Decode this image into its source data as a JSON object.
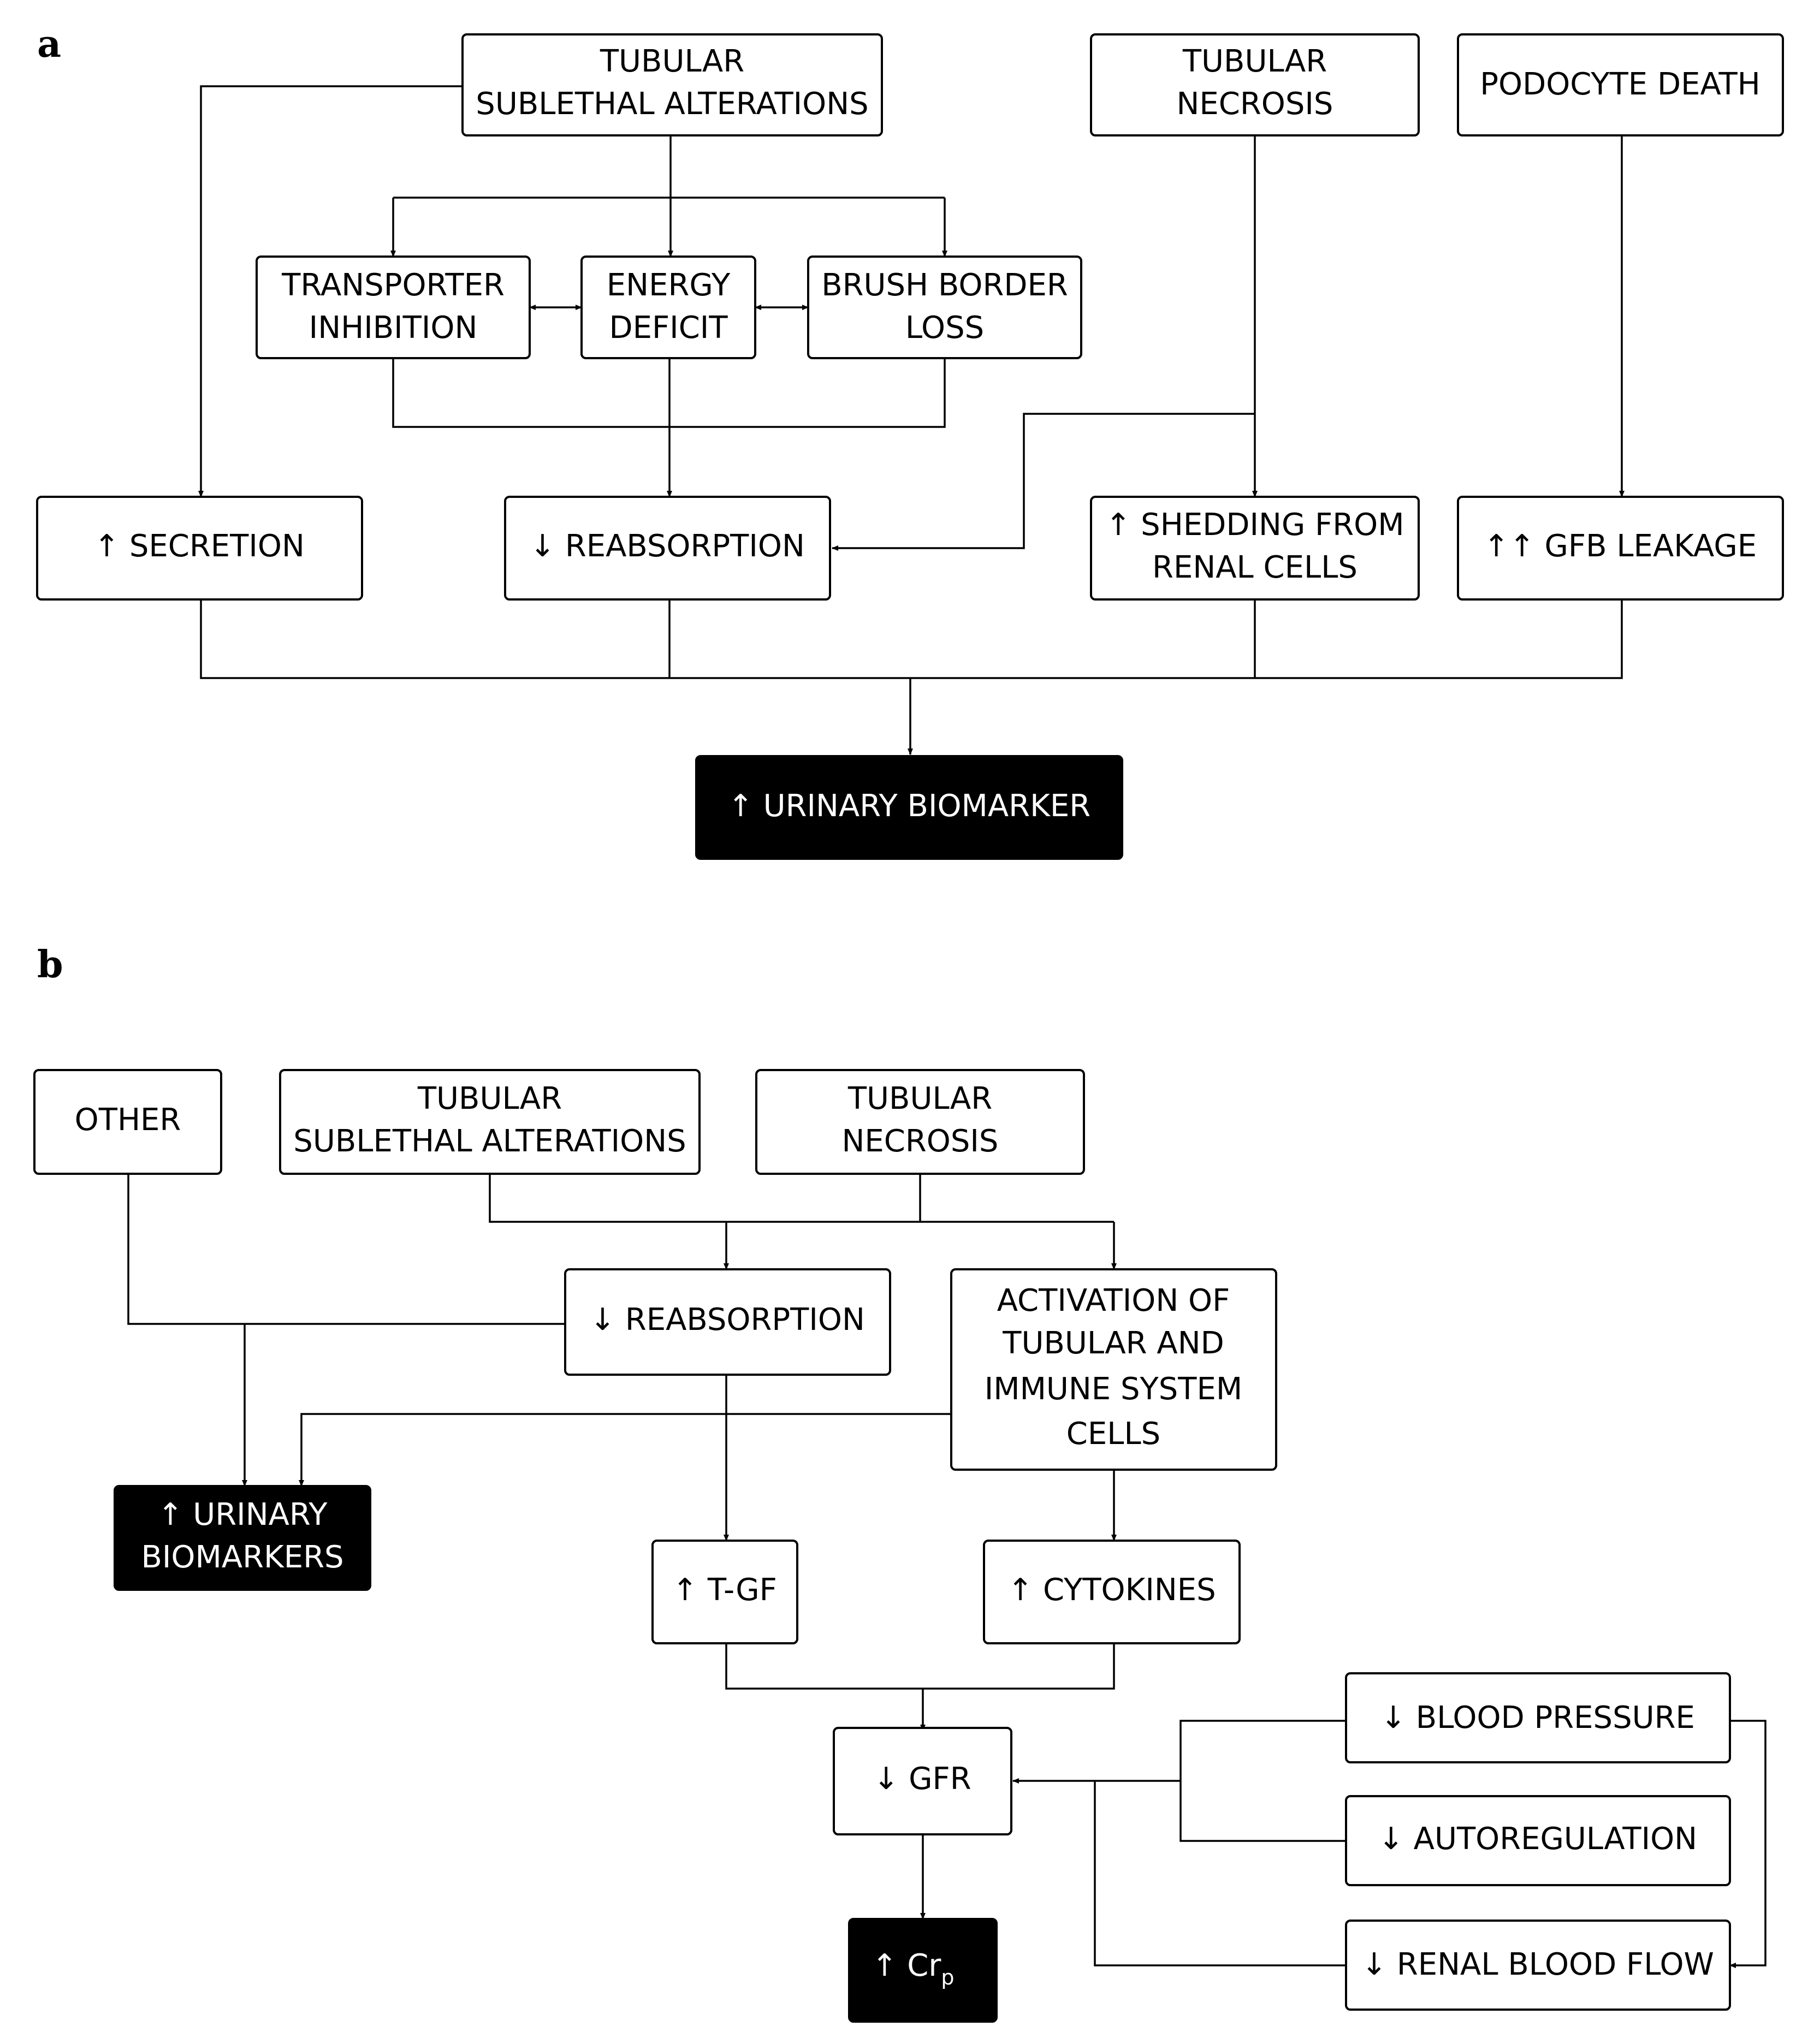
{
  "panel_a": {
    "label": "a",
    "nodes": {
      "tubular_sublethal": [
        "TUBULAR",
        "SUBLETHAL ALTERATIONS"
      ],
      "tubular_necrosis": [
        "TUBULAR",
        "NECROSIS"
      ],
      "podocyte_death": [
        "PODOCYTE DEATH"
      ],
      "transporter_inhibition": [
        "TRANSPORTER",
        "INHIBITION"
      ],
      "energy_deficit": [
        "ENERGY",
        "DEFICIT"
      ],
      "brush_border_loss": [
        "BRUSH BORDER",
        "LOSS"
      ],
      "secretion": [
        "↑ SECRETION"
      ],
      "reabsorption": [
        "↓ REABSORPTION"
      ],
      "shedding": [
        "↑ SHEDDING FROM",
        "RENAL CELLS"
      ],
      "gfb_leakage": [
        "↑↑ GFB LEAKAGE"
      ],
      "urinary_biomarker": [
        "↑ URINARY BIOMARKER"
      ]
    }
  },
  "panel_b": {
    "label": "b",
    "nodes": {
      "other": [
        "OTHER"
      ],
      "tubular_sublethal": [
        "TUBULAR",
        "SUBLETHAL ALTERATIONS"
      ],
      "tubular_necrosis": [
        "TUBULAR",
        "NECROSIS"
      ],
      "reabsorption": [
        "↓ REABSORPTION"
      ],
      "activation": [
        "ACTIVATION OF",
        "TUBULAR AND",
        "IMMUNE SYSTEM",
        "CELLS"
      ],
      "urinary_biomarkers": [
        "↑ URINARY",
        "BIOMARKERS"
      ],
      "tgf": [
        "↑ T-GF"
      ],
      "cytokines": [
        "↑ CYTOKINES"
      ],
      "blood_pressure": [
        "↓ BLOOD PRESSURE"
      ],
      "gfr": [
        "↓ GFR"
      ],
      "autoregulation": [
        "↓ AUTOREGULATION"
      ],
      "renal_blood_flow": [
        "↓ RENAL BLOOD FLOW"
      ],
      "crp": [
        "↑ Cr",
        "p"
      ]
    }
  }
}
